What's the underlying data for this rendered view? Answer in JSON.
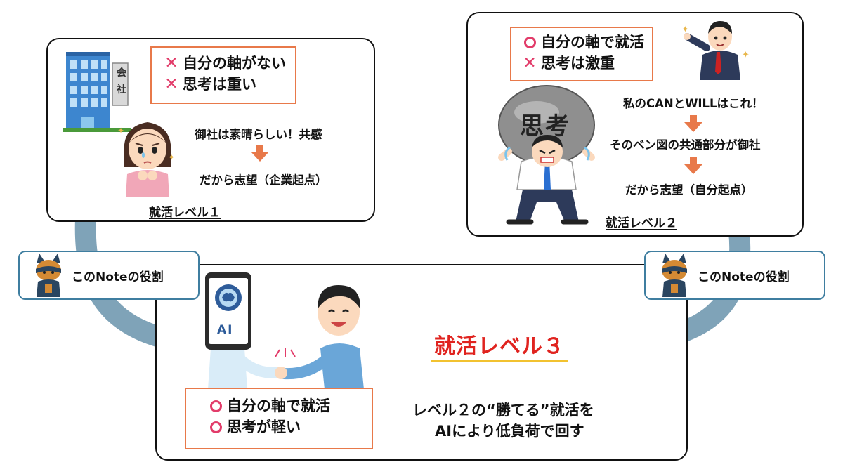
{
  "level1": {
    "points": [
      {
        "mark": "cross-icon",
        "text": "自分の軸がない"
      },
      {
        "mark": "cross-icon",
        "text": "思考は重い"
      }
    ],
    "step1": "御社は素晴らしい！共感",
    "step2": "だから志望（企業起点）",
    "label": "就活レベル１",
    "building_sign": [
      "会",
      "社"
    ]
  },
  "level2": {
    "points": [
      {
        "mark": "circle-icon",
        "text": "自分の軸で就活"
      },
      {
        "mark": "cross-icon",
        "text": "思考は激重"
      }
    ],
    "step1": "私のCANとWILLはこれ！",
    "step2": "そのベン図の共通部分が御社",
    "step3": "だから志望（自分起点）",
    "label": "就活レベル２",
    "boulder_text": "思考"
  },
  "role": {
    "left_label": "このNoteの役割",
    "right_label": "このNoteの役割"
  },
  "level3": {
    "title": "就活レベル３",
    "points": [
      {
        "mark": "circle-icon",
        "text": "自分の軸で就活"
      },
      {
        "mark": "circle-icon",
        "text": "思考が軽い"
      }
    ],
    "desc_line1": "レベル２の“勝てる”就活を",
    "desc_line2": "AIにより低負荷で回す",
    "ai_text": "AI"
  },
  "colors": {
    "accent_orange": "#e8794a",
    "mark_pink": "#e23c6a",
    "title_red": "#e0231f",
    "flow_arrow": "#7fa3b8",
    "pill_border": "#3f7ea0"
  }
}
